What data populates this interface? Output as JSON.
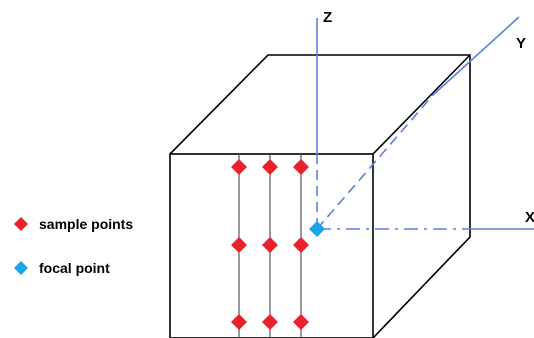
{
  "axes": {
    "x_label": "X",
    "y_label": "Y",
    "z_label": "Z"
  },
  "legend": {
    "sample_label": "sample points",
    "focal_label": "focal point"
  },
  "colors": {
    "sample_point": "#e8212d",
    "focal_point": "#1aa6e6",
    "axis": "#5b7fe0",
    "cube_edge": "#000000"
  },
  "sample_grid": {
    "columns": 3,
    "rows": 3
  }
}
